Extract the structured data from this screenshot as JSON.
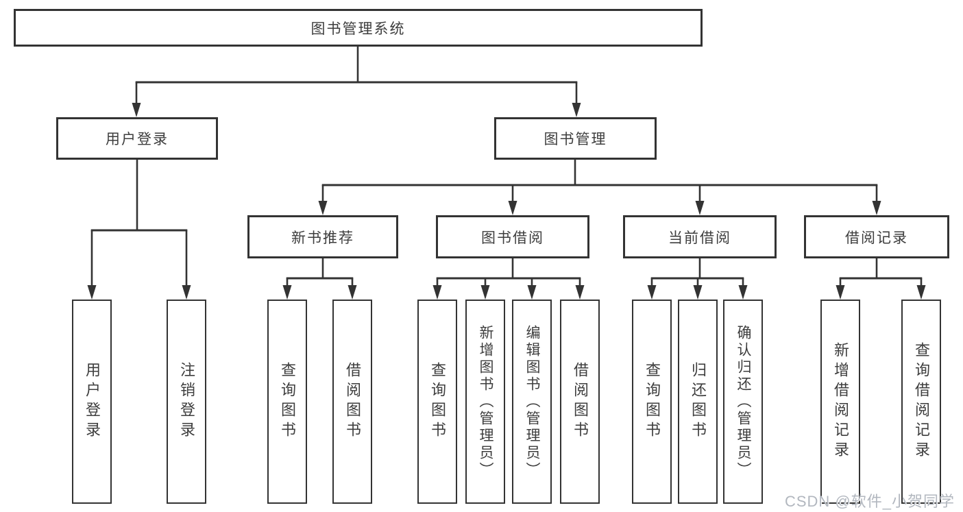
{
  "diagram": {
    "title": "图书管理系统",
    "root": {
      "label": "图书管理系统"
    },
    "level2": [
      {
        "label": "用户登录"
      },
      {
        "label": "图书管理"
      }
    ],
    "level3": [
      {
        "label": "新书推荐",
        "parent": "图书管理"
      },
      {
        "label": "图书借阅",
        "parent": "图书管理"
      },
      {
        "label": "当前借阅",
        "parent": "图书管理"
      },
      {
        "label": "借阅记录",
        "parent": "图书管理"
      }
    ],
    "leaves": [
      {
        "label": "用户登录",
        "parent": "用户登录"
      },
      {
        "label": "注销登录",
        "parent": "用户登录"
      },
      {
        "label": "查询图书",
        "parent": "新书推荐"
      },
      {
        "label": "借阅图书",
        "parent": "新书推荐"
      },
      {
        "label": "查询图书",
        "parent": "图书借阅"
      },
      {
        "label": "新增图书（管理员）",
        "parent": "图书借阅"
      },
      {
        "label": "编辑图书（管理员）",
        "parent": "图书借阅"
      },
      {
        "label": "借阅图书",
        "parent": "图书借阅"
      },
      {
        "label": "查询图书",
        "parent": "当前借阅"
      },
      {
        "label": "归还图书",
        "parent": "当前借阅"
      },
      {
        "label": "确认归还（管理员）",
        "parent": "当前借阅"
      },
      {
        "label": "新增借阅记录",
        "parent": "借阅记录"
      },
      {
        "label": "查询借阅记录",
        "parent": "借阅记录"
      }
    ],
    "colors": {
      "line": "#333333",
      "box_border": "#333333",
      "box_fill": "#ffffff",
      "text": "#3d3d3d",
      "watermark": "#b2b7bf"
    },
    "watermark": "CSDN @软件_小贺同学"
  }
}
